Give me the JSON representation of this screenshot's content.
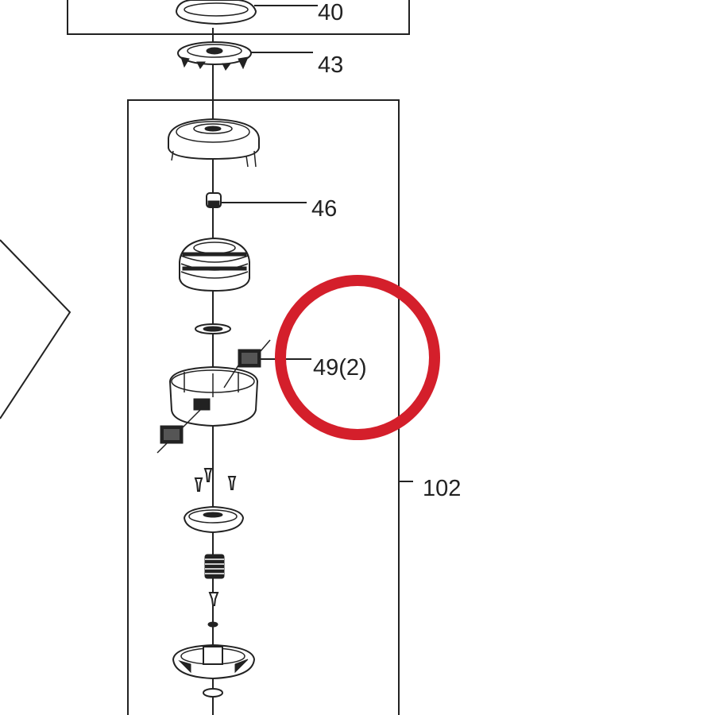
{
  "diagram": {
    "callouts": {
      "c40": "40",
      "c43": "43",
      "c46": "46",
      "c49": "49(2)",
      "c102": "102"
    },
    "highlight_color": "#d41f2b"
  }
}
